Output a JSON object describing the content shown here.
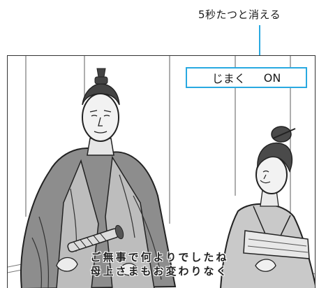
{
  "annotation": {
    "note": "5秒たつと消える",
    "accent_color": "#29a9e1"
  },
  "overlay": {
    "subtitle_label": "じまく",
    "subtitle_state": "ON"
  },
  "video": {
    "subtitle_lines": [
      "ご無事で何よりでしたね",
      "母上さまもお変わりなく"
    ],
    "scene_icon": "samurai-and-woman-illustration"
  }
}
